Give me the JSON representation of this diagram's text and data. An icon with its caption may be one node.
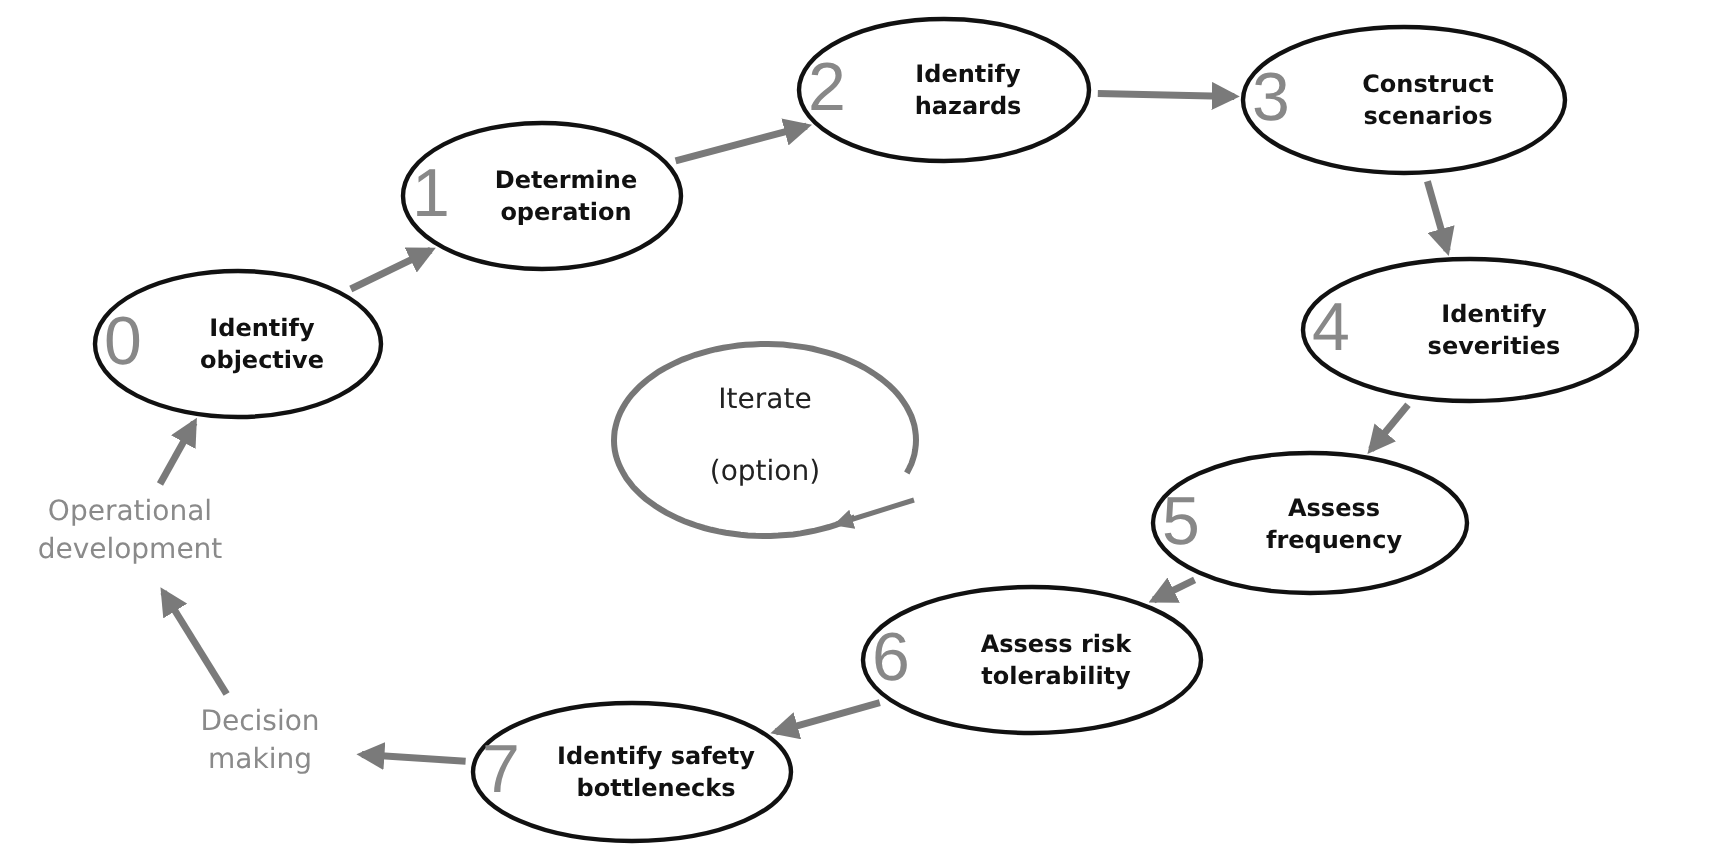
{
  "diagram": {
    "nodes": [
      {
        "text": [
          "0",
          "Identify objective"
        ]
      },
      {
        "text": [
          "1",
          "Determine operation"
        ]
      },
      {
        "text": [
          "2",
          "Identify hazards"
        ]
      },
      {
        "text": [
          "3",
          "Construct scenarios"
        ]
      },
      {
        "text": [
          "4",
          "Identify severities"
        ]
      },
      {
        "text": [
          "5",
          "Assess frequency"
        ]
      },
      {
        "text": [
          "6",
          "Assess risk tolerability"
        ]
      },
      {
        "text": [
          "7",
          "Identify safety bottlenecks"
        ]
      },
      {
        "text": [
          "Iterate",
          "(option)"
        ]
      },
      {
        "text": [
          "Operational development"
        ]
      },
      {
        "text": [
          "Decision making"
        ]
      }
    ],
    "edges": [
      {
        "from": 0,
        "to": 1,
        "arrow": "to"
      },
      {
        "from": 1,
        "to": 2,
        "arrow": "to"
      },
      {
        "from": 2,
        "to": 3,
        "arrow": "to"
      },
      {
        "from": 3,
        "to": 4,
        "arrow": "to"
      },
      {
        "from": 4,
        "to": 5,
        "arrow": "to"
      },
      {
        "from": 5,
        "to": 6,
        "arrow": "to"
      },
      {
        "from": 6,
        "to": 7,
        "arrow": "to"
      },
      {
        "from": 7,
        "to": 10,
        "arrow": "to"
      },
      {
        "from": 10,
        "to": 9,
        "arrow": "to"
      },
      {
        "from": 9,
        "to": 0,
        "arrow": "to"
      }
    ]
  }
}
